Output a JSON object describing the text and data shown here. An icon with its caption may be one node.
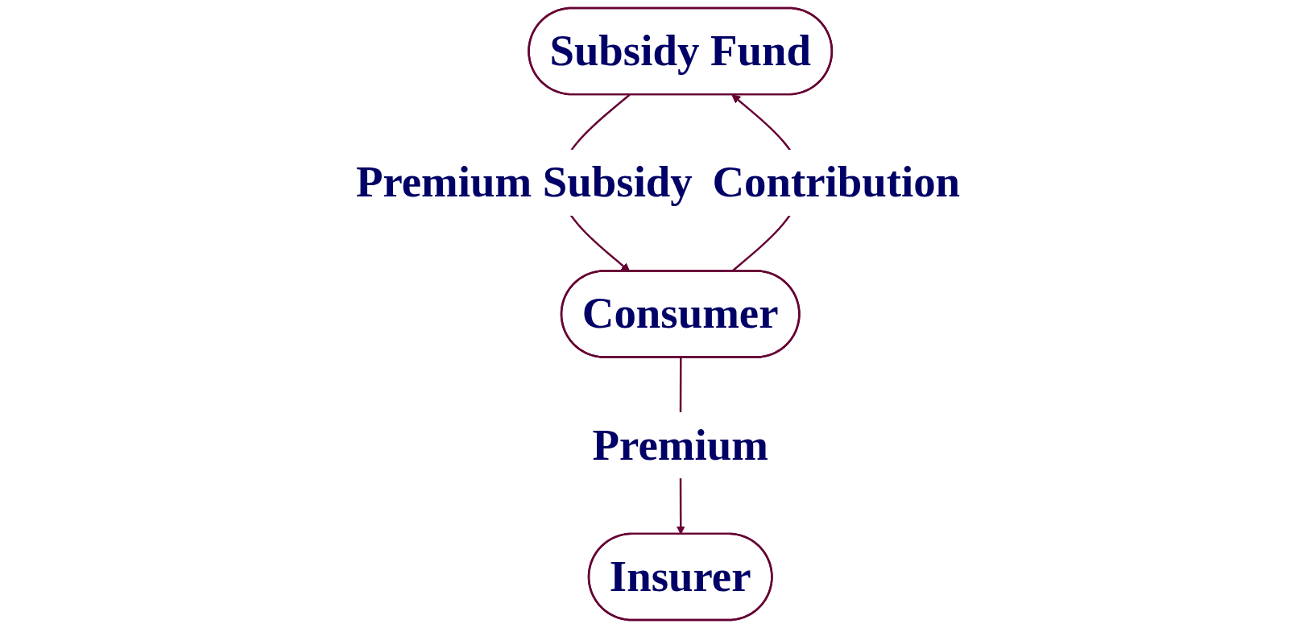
{
  "diagram": {
    "nodes": [
      {
        "text": [
          "Subsidy Fund"
        ]
      },
      {
        "text": [
          "Consumer"
        ]
      },
      {
        "text": [
          "Insurer"
        ]
      }
    ],
    "edges": [
      {
        "from": 1,
        "to": 0,
        "arrow": "to",
        "label": "Contribution"
      },
      {
        "from": 0,
        "to": 1,
        "arrow": "to",
        "label": "Premium Subsidy"
      },
      {
        "from": 1,
        "to": 2,
        "arrow": "to",
        "label": "Premium"
      }
    ]
  }
}
